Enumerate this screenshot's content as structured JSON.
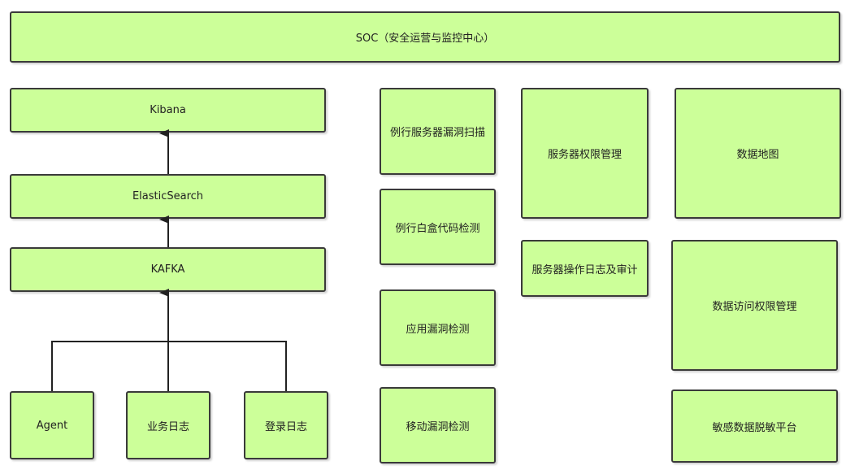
{
  "diagram": {
    "colors": {
      "box_fill": "#ccff99",
      "box_border": "#3a3a3a",
      "connector": "#222222"
    },
    "soc": "SOC（安全运营与监控中心）",
    "pipeline": {
      "kibana": "Kibana",
      "elasticsearch": "ElasticSearch",
      "kafka": "KAFKA",
      "agent": "Agent",
      "business_log": "业务日志",
      "login_log": "登录日志"
    },
    "col2": [
      "例行服务器漏洞扫描",
      "例行白盒代码检测",
      "应用漏洞检测",
      "移动漏洞检测"
    ],
    "col3": [
      "服务器权限管理",
      "服务器操作日志及审计"
    ],
    "col4": [
      "数据地图",
      "数据访问权限管理",
      "敏感数据脱敏平台"
    ]
  }
}
